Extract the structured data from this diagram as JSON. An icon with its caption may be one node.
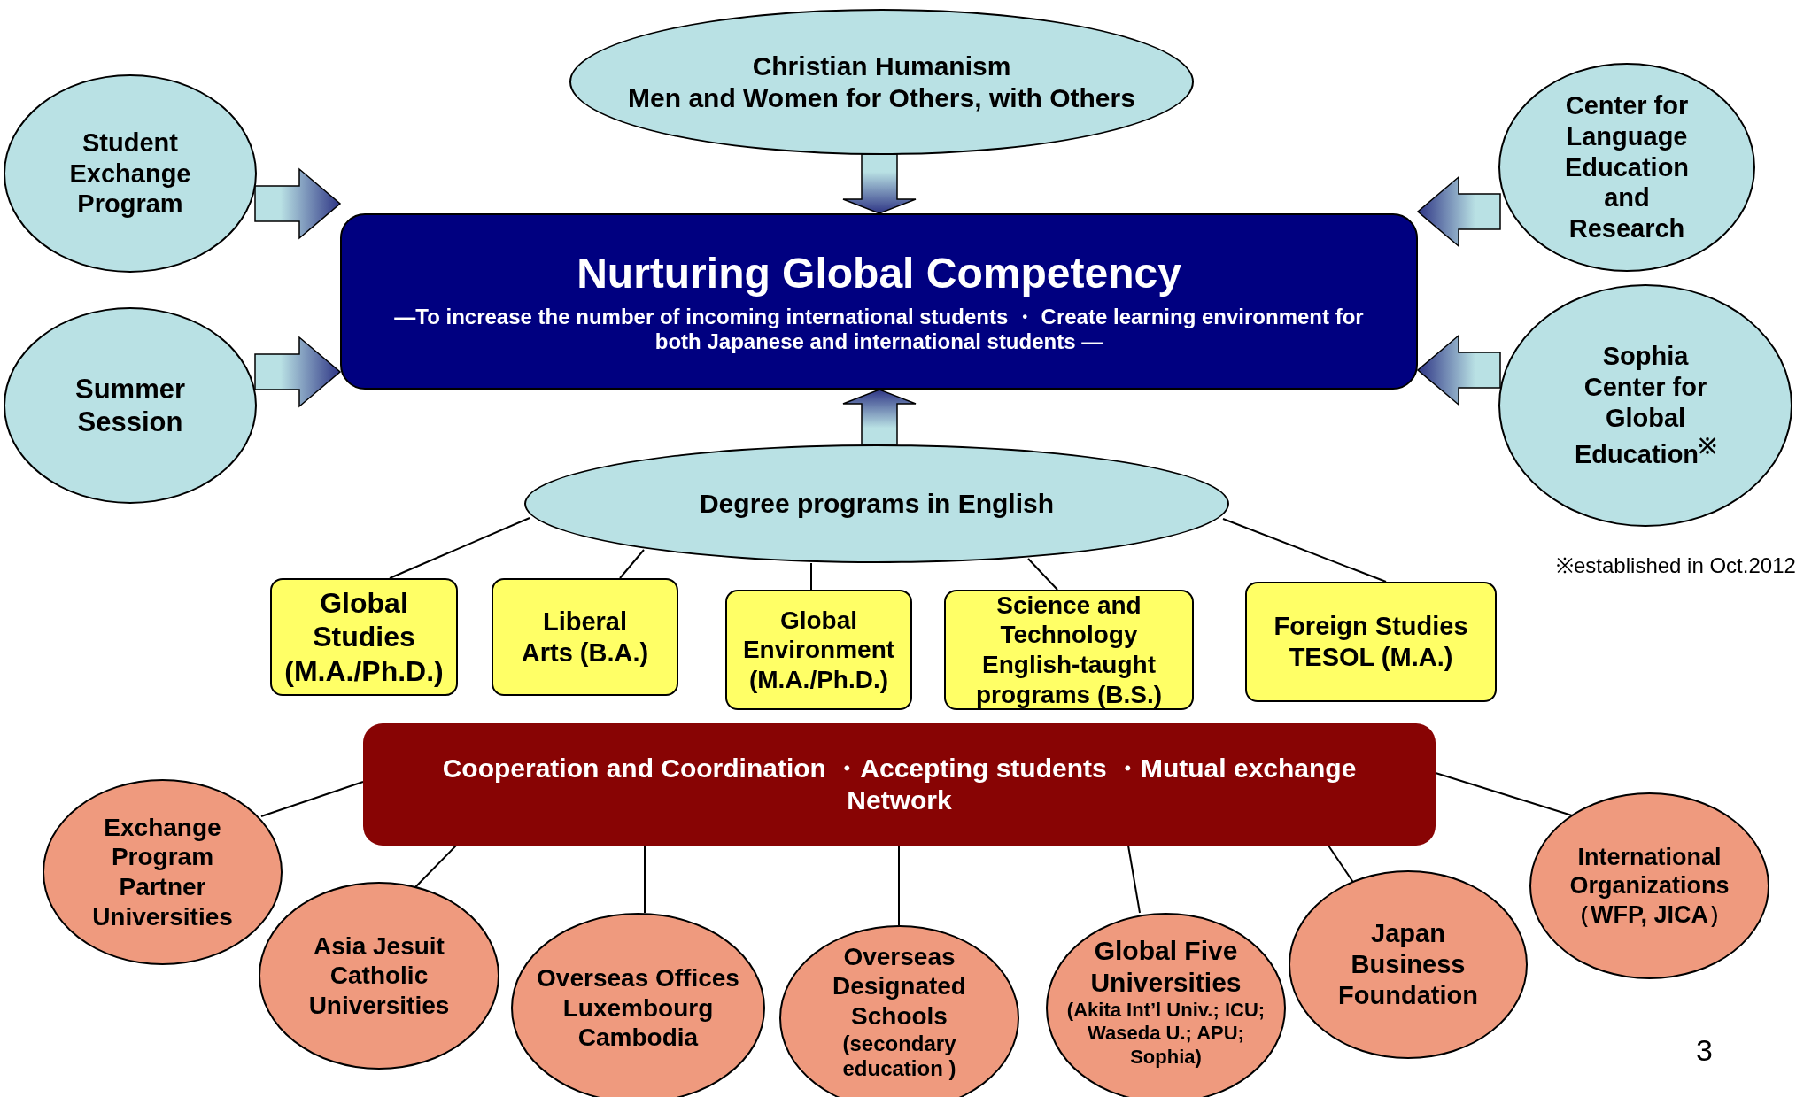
{
  "diagram": {
    "nodes": [
      {
        "text": [
          "Christian Humanism",
          "Men and Women for Others, with Others"
        ]
      },
      {
        "text": [
          "Student Exchange Program"
        ]
      },
      {
        "text": [
          "Center for Language Education and Research"
        ]
      },
      {
        "text": [
          "Nurturing Global Competency",
          "―To increase the number of incoming international students ・ Create learning environment for both Japanese and international students ―"
        ]
      },
      {
        "text": [
          "Summer Session"
        ]
      },
      {
        "text": [
          "Sophia Center for Global Education$^{※}$"
        ]
      },
      {
        "text": [
          "Degree programs in English"
        ]
      },
      {
        "text": [
          "Global Studies (M.A./Ph.D.)"
        ]
      },
      {
        "text": [
          "Liberal Arts (B.A.)"
        ]
      },
      {
        "text": [
          "Global Environment (M.A./Ph.D.)"
        ]
      },
      {
        "text": [
          "Science and Technology English-taught programs (B.S.)"
        ]
      },
      {
        "text": [
          "Foreign Studies TESOL (M.A.)"
        ]
      },
      {
        "text": [
          "Cooperation and Coordination ・Accepting students ・Mutual exchange Network"
        ]
      },
      {
        "text": [
          "Exchange Program Partner Universities"
        ]
      },
      {
        "text": [
          "Asia Jesuit Catholic Universities"
        ]
      },
      {
        "text": [
          "Overseas Offices Luxembourg Cambodia"
        ]
      },
      {
        "text": [
          "Overseas Designated Schools",
          "(secondary education )"
        ]
      },
      {
        "text": [
          "Global Five Universities",
          "(Akita Int’l Univ.; ICU; Waseda U.; APU; Sophia)"
        ]
      },
      {
        "text": [
          "Japan Business Foundation"
        ]
      },
      {
        "text": [
          "International Organizations （WFP, JICA）"
        ]
      }
    ],
    "edges": [
      {
        "from": 1,
        "to": 3,
        "arrow": "to",
        "style": "thick"
      },
      {
        "from": 0,
        "to": 3,
        "arrow": "to",
        "style": "thick"
      },
      {
        "from": 2,
        "to": 3,
        "arrow": "to",
        "style": "thick"
      },
      {
        "from": 4,
        "to": 3,
        "arrow": "to",
        "style": "thick"
      },
      {
        "from": 5,
        "to": 3,
        "arrow": "to",
        "style": "thick"
      },
      {
        "from": 6,
        "to": 3,
        "arrow": "to",
        "style": "thick"
      },
      {
        "from": 6,
        "to": 7,
        "arrow": "none"
      },
      {
        "from": 6,
        "to": 8,
        "arrow": "none"
      },
      {
        "from": 6,
        "to": 9,
        "arrow": "none"
      },
      {
        "from": 6,
        "to": 10,
        "arrow": "none"
      },
      {
        "from": 6,
        "to": 11,
        "arrow": "none"
      },
      {
        "from": 12,
        "to": 13,
        "arrow": "none"
      },
      {
        "from": 12,
        "to": 14,
        "arrow": "none"
      },
      {
        "from": 12,
        "to": 15,
        "arrow": "none"
      },
      {
        "from": 12,
        "to": 16,
        "arrow": "none"
      },
      {
        "from": 12,
        "to": 17,
        "arrow": "none"
      },
      {
        "from": 12,
        "to": 18,
        "arrow": "none"
      },
      {
        "from": 12,
        "to": 19,
        "arrow": "none"
      }
    ],
    "labels": [
      "※established in Oct.2012",
      "3"
    ]
  }
}
